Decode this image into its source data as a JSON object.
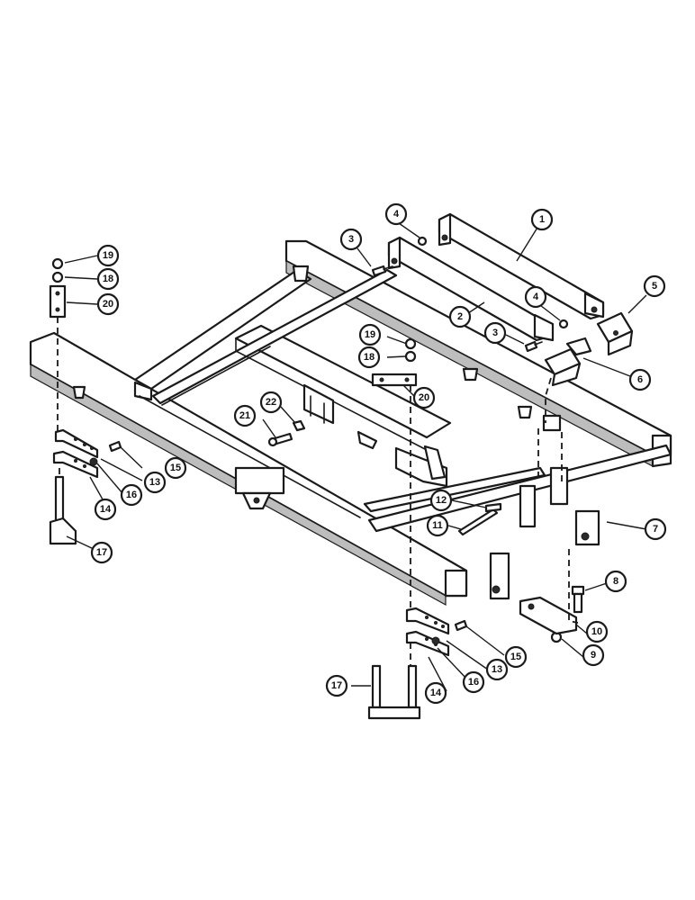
{
  "callouts": [
    {
      "id": "c1",
      "label": "1"
    },
    {
      "id": "c2",
      "label": "2"
    },
    {
      "id": "c3a",
      "label": "3"
    },
    {
      "id": "c3b",
      "label": "3"
    },
    {
      "id": "c4a",
      "label": "4"
    },
    {
      "id": "c4b",
      "label": "4"
    },
    {
      "id": "c5",
      "label": "5"
    },
    {
      "id": "c6",
      "label": "6"
    },
    {
      "id": "c7",
      "label": "7"
    },
    {
      "id": "c8",
      "label": "8"
    },
    {
      "id": "c9",
      "label": "9"
    },
    {
      "id": "c10",
      "label": "10"
    },
    {
      "id": "c11",
      "label": "11"
    },
    {
      "id": "c12",
      "label": "12"
    },
    {
      "id": "c13a",
      "label": "13"
    },
    {
      "id": "c13b",
      "label": "13"
    },
    {
      "id": "c14a",
      "label": "14"
    },
    {
      "id": "c14b",
      "label": "14"
    },
    {
      "id": "c15a",
      "label": "15"
    },
    {
      "id": "c15b",
      "label": "15"
    },
    {
      "id": "c16a",
      "label": "16"
    },
    {
      "id": "c16b",
      "label": "16"
    },
    {
      "id": "c17a",
      "label": "17"
    },
    {
      "id": "c17b",
      "label": "17"
    },
    {
      "id": "c18a",
      "label": "18"
    },
    {
      "id": "c18b",
      "label": "18"
    },
    {
      "id": "c19a",
      "label": "19"
    },
    {
      "id": "c19b",
      "label": "19"
    },
    {
      "id": "c20a",
      "label": "20"
    },
    {
      "id": "c20b",
      "label": "20"
    },
    {
      "id": "c21",
      "label": "21"
    },
    {
      "id": "c22",
      "label": "22"
    }
  ]
}
